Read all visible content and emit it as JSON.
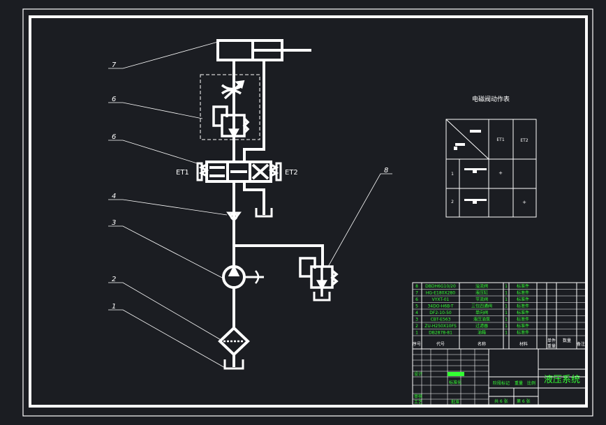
{
  "colors": {
    "background": "#1b1d22",
    "line": "#ffffff",
    "accent": "#33ff33"
  },
  "callouts": [
    {
      "id": "c7",
      "label": "7"
    },
    {
      "id": "c6a",
      "label": "6"
    },
    {
      "id": "c6b",
      "label": "6"
    },
    {
      "id": "c4",
      "label": "4"
    },
    {
      "id": "c3",
      "label": "3"
    },
    {
      "id": "c2",
      "label": "2"
    },
    {
      "id": "c1",
      "label": "1"
    },
    {
      "id": "c8",
      "label": "8"
    }
  ],
  "valve_labels": {
    "left_solenoid": "ET1",
    "right_solenoid": "ET2"
  },
  "action_table": {
    "title": "电磁阀动作表",
    "col_headers": [
      "ET1",
      "ET2"
    ],
    "rows": [
      {
        "no": "1",
        "et1": "+",
        "et2": ""
      },
      {
        "no": "2",
        "et1": "",
        "et2": "+"
      }
    ]
  },
  "parts_list": {
    "rows": [
      {
        "no": "8",
        "code": "DBDH6G10/20",
        "name": "溢流阀",
        "qty": "1",
        "note": "标准件"
      },
      {
        "no": "7",
        "code": "HG-E180X280",
        "name": "液压缸",
        "qty": "1",
        "note": "标准件"
      },
      {
        "no": "6",
        "code": "VYXT-01",
        "name": "节流阀",
        "qty": "1",
        "note": "标准件"
      },
      {
        "no": "5",
        "code": "34DO-H6B-T",
        "name": "三位四通阀",
        "qty": "1",
        "note": "标准件"
      },
      {
        "no": "4",
        "code": "DF2-10-50",
        "name": "单向阀",
        "qty": "1",
        "note": "标准件"
      },
      {
        "no": "3",
        "code": "CBT-E563",
        "name": "液压油泵",
        "qty": "1",
        "note": "标准件"
      },
      {
        "no": "2",
        "code": "ZU-H250X10FS",
        "name": "过滤器",
        "qty": "1",
        "note": "标准件"
      },
      {
        "no": "1",
        "code": "DB2878-81",
        "name": "油箱",
        "qty": "1",
        "note": "标准件"
      }
    ],
    "header": {
      "no": "序号",
      "code": "代号",
      "name": "名称",
      "material": "材料",
      "qty_label": "数量",
      "weight_label": "单件",
      "total_label": "重量",
      "note_label": "备注"
    }
  },
  "title_block": {
    "drawing_title": "液压系统",
    "stage_label": "阶段标记",
    "weight_label": "重量",
    "scale_label": "比例",
    "sheet_total": "共 6 张",
    "sheet_no": "第 6 张",
    "design_label": "设计",
    "standard_label": "标准化",
    "approve_label": "审核",
    "process_label": "工艺",
    "check_label": "批准"
  }
}
